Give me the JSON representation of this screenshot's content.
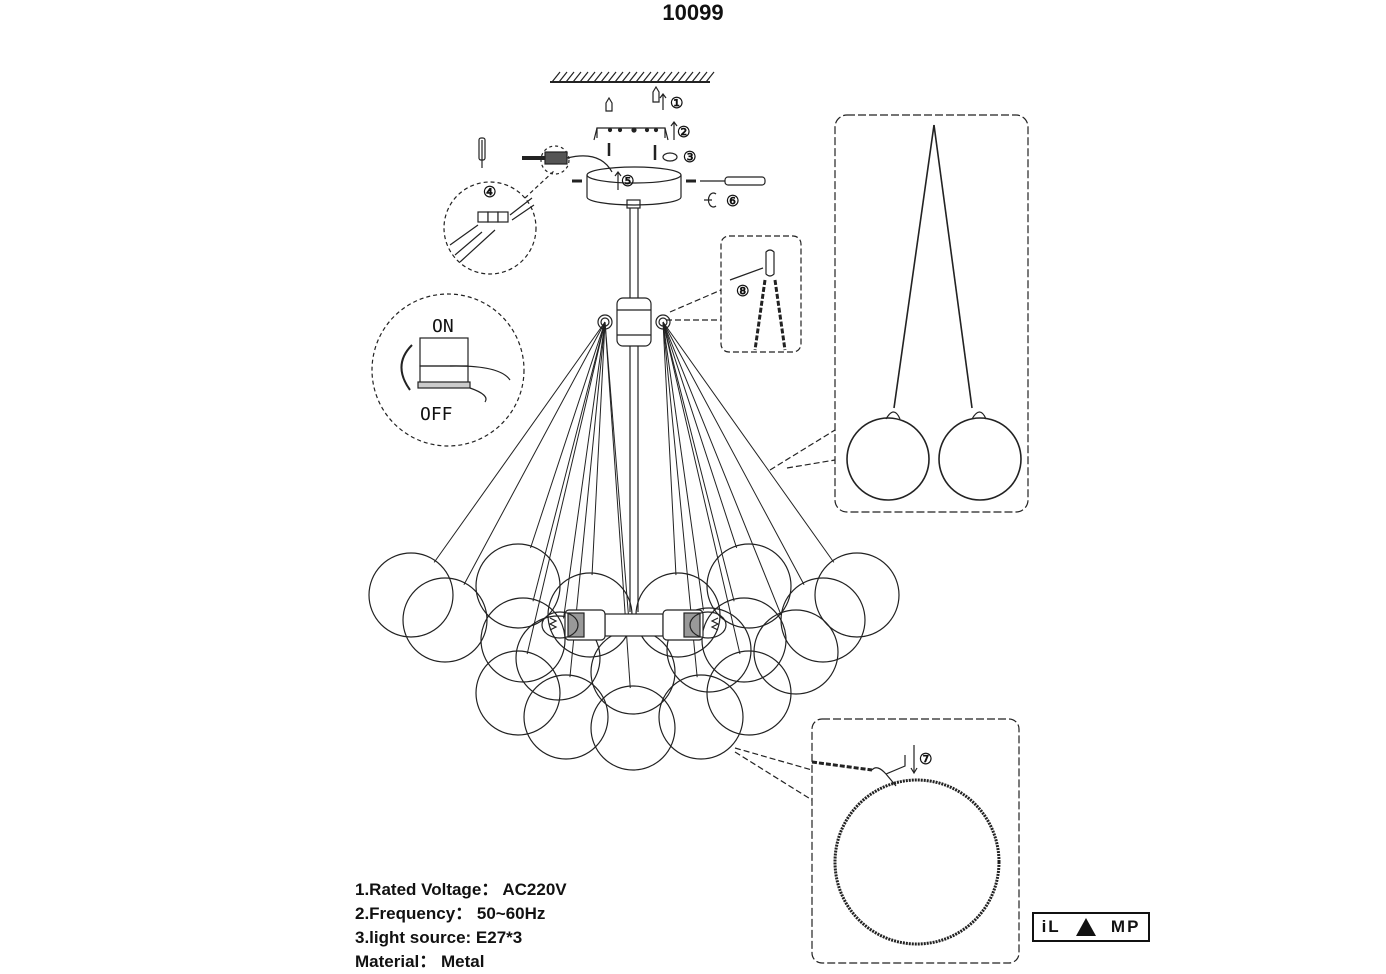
{
  "header": {
    "model_number": "10099"
  },
  "steps": [
    {
      "number": "1",
      "label": "①"
    },
    {
      "number": "2",
      "label": "②"
    },
    {
      "number": "3",
      "label": "③"
    },
    {
      "number": "4",
      "label": "④"
    },
    {
      "number": "5",
      "label": "⑤"
    },
    {
      "number": "6",
      "label": "⑥"
    },
    {
      "number": "7",
      "label": "⑦"
    },
    {
      "number": "8",
      "label": "⑧"
    }
  ],
  "switch_detail": {
    "on_label": "ON",
    "off_label": "OFF"
  },
  "specs": [
    {
      "label": "1.Rated Voltage：",
      "value": "AC220V"
    },
    {
      "label": "2.Frequency：",
      "value": "50~60Hz"
    },
    {
      "label": "3.light source:",
      "value": "E27*3"
    },
    {
      "label": "Material：",
      "value": "Metal"
    }
  ],
  "brand": {
    "logo_text_left": "iL",
    "logo_text_right": "MP"
  },
  "colors": {
    "line": "#222222",
    "background": "#ffffff"
  }
}
